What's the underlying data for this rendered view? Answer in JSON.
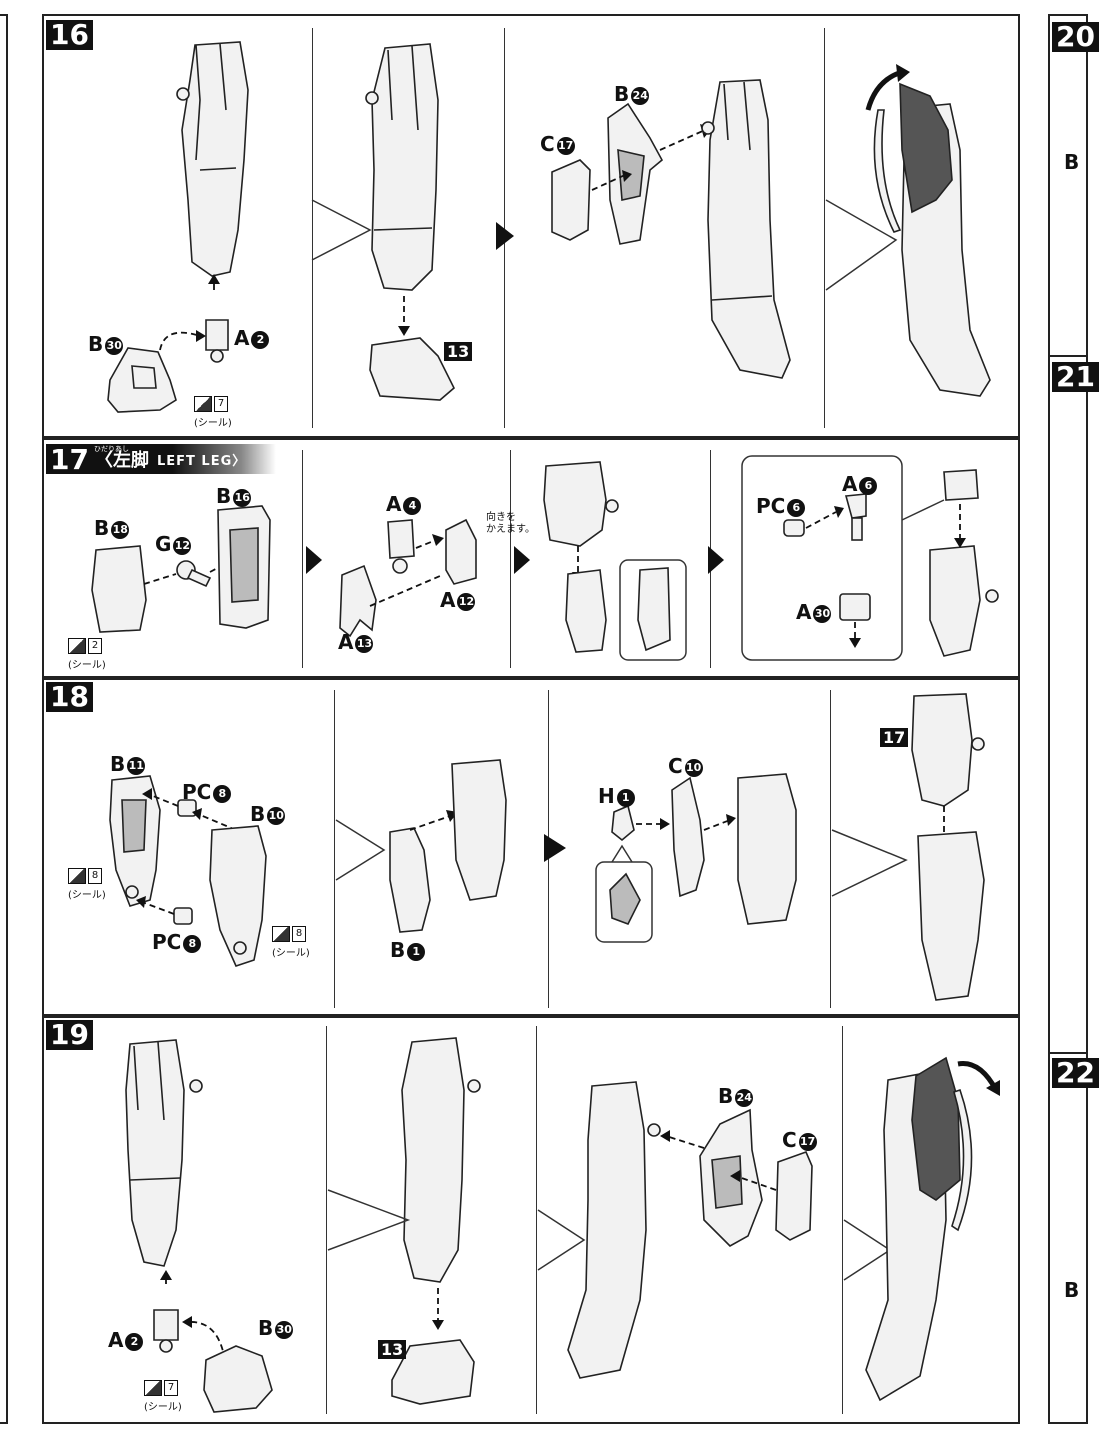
{
  "steps": {
    "s16": {
      "number": "16",
      "labels": {
        "b30": "B",
        "b30c": "30",
        "a2": "A",
        "a2c": "2",
        "b24": "B",
        "b24c": "24",
        "c17": "C",
        "c17c": "17",
        "ref": "13"
      },
      "seal": {
        "num": "7",
        "text": "(シール)"
      }
    },
    "s17": {
      "number": "17",
      "ruby": "ひだりあし",
      "title_jp": "〈左脚",
      "title_en": "LEFT LEG〉",
      "labels": {
        "b18": "B",
        "b18c": "18",
        "g12": "G",
        "g12c": "12",
        "b16": "B",
        "b16c": "16",
        "a4": "A",
        "a4c": "4",
        "a12": "A",
        "a12c": "12",
        "a13": "A",
        "a13c": "13",
        "pc6": "PC",
        "pc6c": "6",
        "a6": "A",
        "a6c": "6",
        "a30": "A",
        "a30c": "30"
      },
      "note": "向きを\nかえます。",
      "seal": {
        "num": "2",
        "text": "(シール)"
      }
    },
    "s18": {
      "number": "18",
      "labels": {
        "b11": "B",
        "b11c": "11",
        "pc8a": "PC",
        "pc8ac": "8",
        "b10": "B",
        "b10c": "10",
        "pc8b": "PC",
        "pc8bc": "8",
        "b1": "B",
        "b1c": "1",
        "h1": "H",
        "h1c": "1",
        "c10": "C",
        "c10c": "10",
        "ref": "17"
      },
      "seal1": {
        "num": "8",
        "text": "(シール)"
      },
      "seal2": {
        "num": "8",
        "text": "(シール)"
      }
    },
    "s19": {
      "number": "19",
      "labels": {
        "a2": "A",
        "a2c": "2",
        "b30": "B",
        "b30c": "30",
        "b24": "B",
        "b24c": "24",
        "c17": "C",
        "c17c": "17",
        "ref": "13"
      },
      "seal": {
        "num": "7",
        "text": "(シール)"
      }
    }
  },
  "edge": {
    "s20": "20",
    "s21": "21",
    "s22": "22",
    "b1": "B",
    "b2": "B"
  },
  "colors": {
    "ink": "#111111",
    "paper": "#ffffff"
  }
}
